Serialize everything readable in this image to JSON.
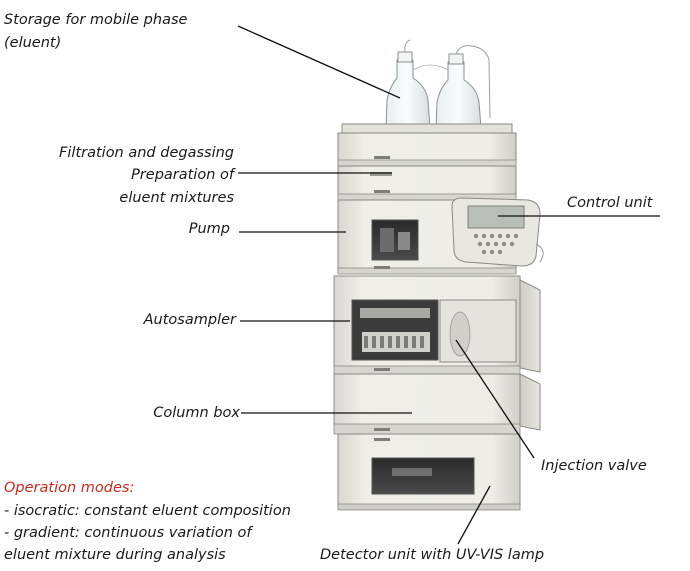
{
  "labels": {
    "storage_line1": "Storage for mobile phase",
    "storage_line2": "(eluent)",
    "filtration": "Filtration and degassing",
    "preparation_line1": "Preparation of",
    "preparation_line2": "eluent mixtures",
    "pump": "Pump",
    "autosampler": "Autosampler",
    "column_box": "Column box",
    "control_unit": "Control unit",
    "injection_valve": "Injection valve",
    "detector_unit": "Detector unit with UV-VIS lamp"
  },
  "operation_modes": {
    "title": "Operation modes:",
    "line1": "- isocratic: constant eluent composition",
    "line2": "- gradient: continuous variation of",
    "line3": "eluent mixture during analysis"
  },
  "colors": {
    "label_text": "#1a1a1a",
    "accent_title": "#cc2a1e",
    "leader_line": "#111111",
    "module_body": "#ecebe6",
    "module_edge": "#8a8a86"
  }
}
